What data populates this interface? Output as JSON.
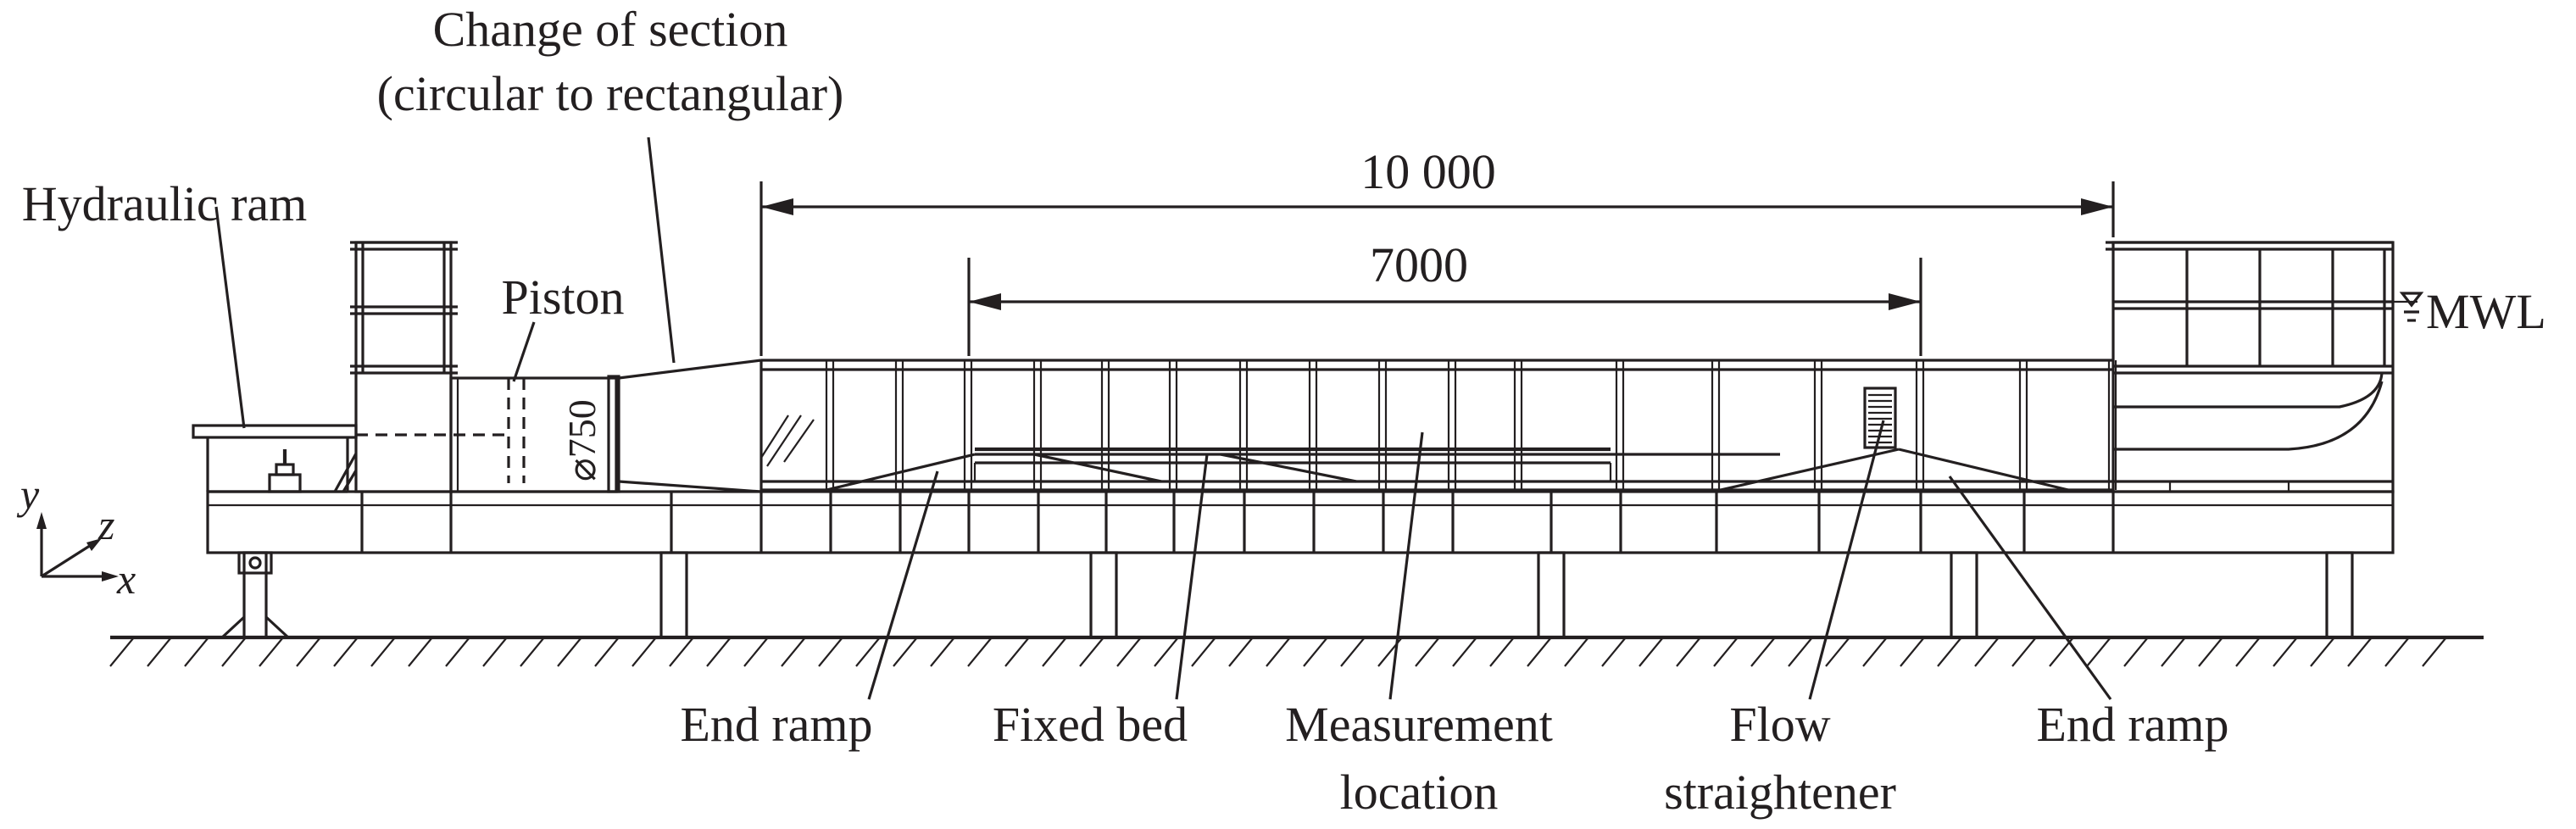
{
  "labels": {
    "change_of_section_line1": "Change of section",
    "change_of_section_line2": "(circular to rectangular)",
    "hydraulic_ram": "Hydraulic ram",
    "piston": "Piston",
    "diameter": "⌀750",
    "mwl": "MWL",
    "end_ramp_left": "End ramp",
    "fixed_bed": "Fixed bed",
    "measurement_location_line1": "Measurement",
    "measurement_location_line2": "location",
    "flow_straightener_line1": "Flow",
    "flow_straightener_line2": "straightener",
    "end_ramp_right": "End ramp"
  },
  "dimensions": {
    "overall_length": "10 000",
    "working_length": "7000"
  },
  "axes": {
    "y": "y",
    "z": "z",
    "x": "x"
  }
}
